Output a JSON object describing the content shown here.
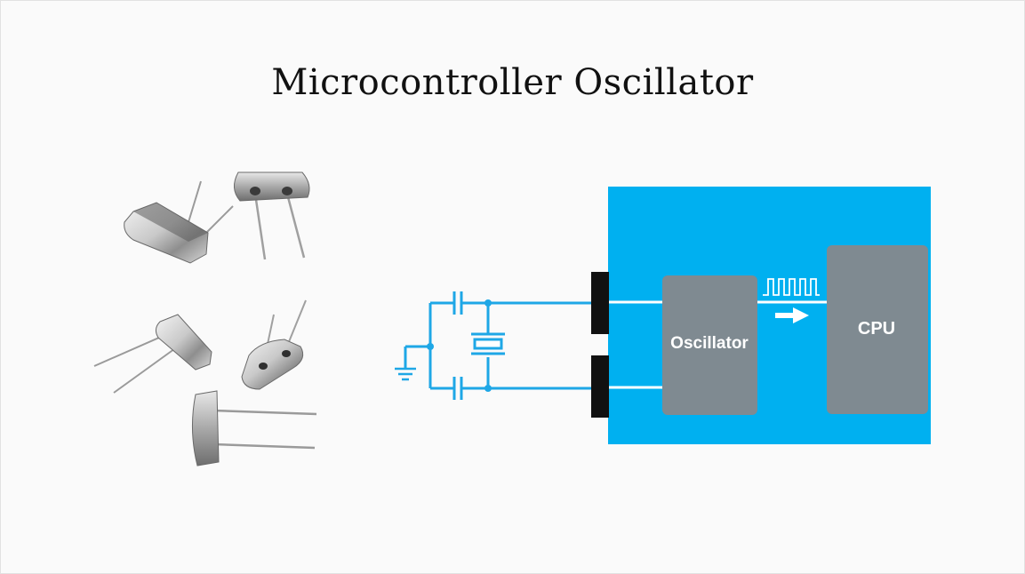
{
  "title": "Microcontroller Oscillator",
  "diagram": {
    "oscillator_label": "Oscillator",
    "cpu_label": "CPU",
    "colors": {
      "chip": "#00b0f0",
      "block": "#7f8a91",
      "pin": "#111111",
      "wire": "#1ea7e6",
      "trace": "#ffffff"
    }
  },
  "photo": {
    "subject": "crystal-oscillator-components"
  }
}
